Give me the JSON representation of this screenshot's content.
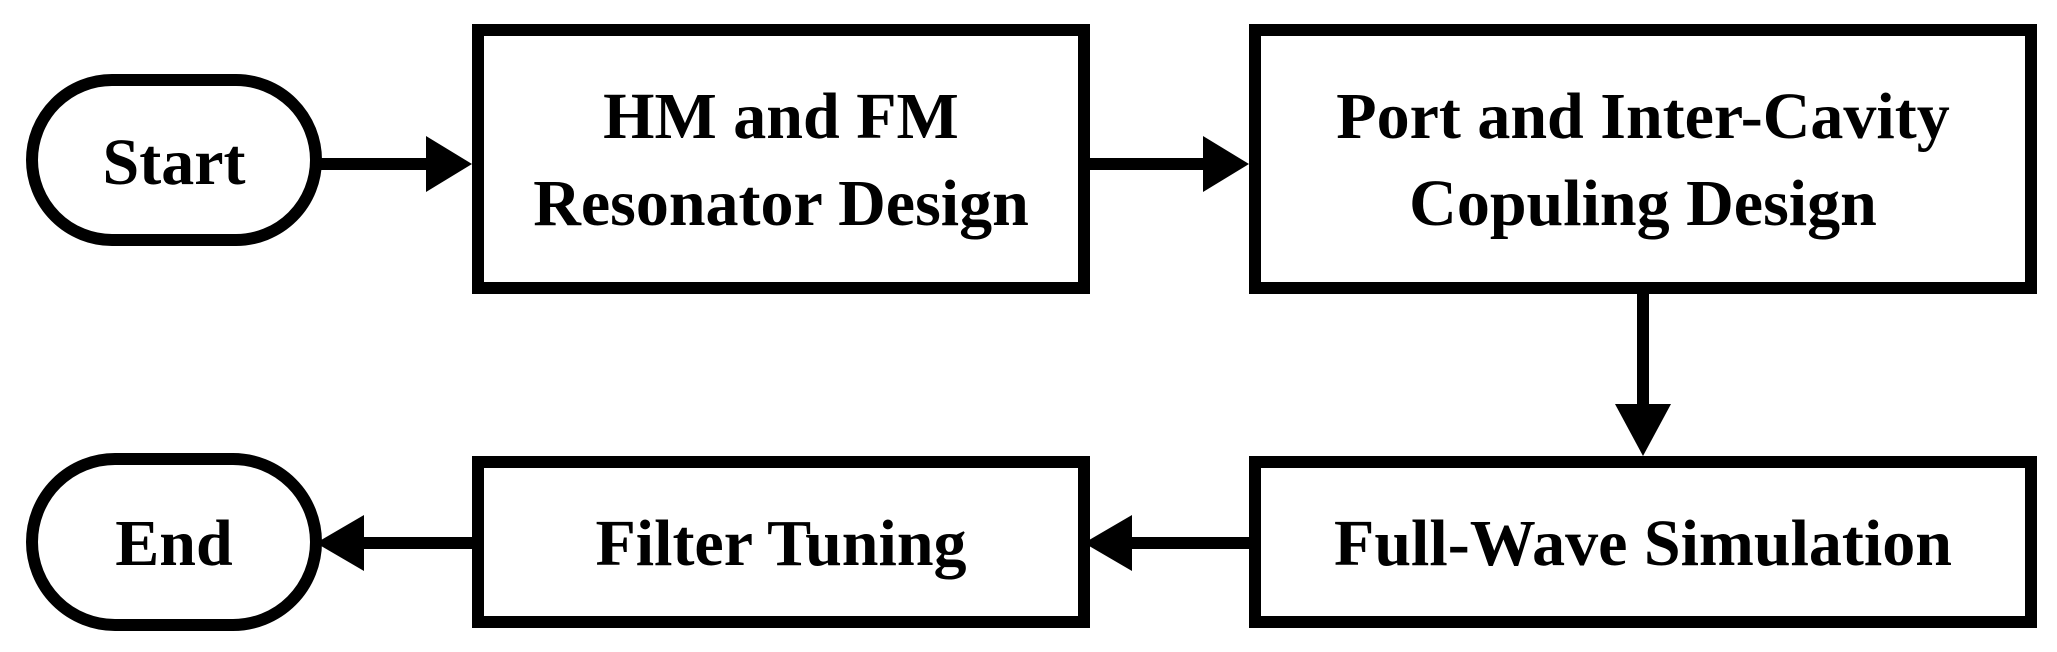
{
  "nodes": {
    "start": {
      "lines": [
        "Start"
      ]
    },
    "resonator_design": {
      "lines": [
        "HM and FM",
        "Resonator Design"
      ]
    },
    "coupling_design": {
      "lines": [
        "Port and Inter-Cavity",
        "Copuling Design"
      ]
    },
    "full_wave": {
      "lines": [
        "Full-Wave Simulation"
      ]
    },
    "filter_tuning": {
      "lines": [
        "Filter Tuning"
      ]
    },
    "end": {
      "lines": [
        "End"
      ]
    }
  },
  "edges": [
    {
      "from": "start",
      "to": "resonator_design"
    },
    {
      "from": "resonator_design",
      "to": "coupling_design"
    },
    {
      "from": "coupling_design",
      "to": "full_wave"
    },
    {
      "from": "full_wave",
      "to": "filter_tuning"
    },
    {
      "from": "filter_tuning",
      "to": "end"
    }
  ],
  "colors": {
    "stroke": "#000000",
    "fill": "#ffffff",
    "text": "#000000"
  }
}
